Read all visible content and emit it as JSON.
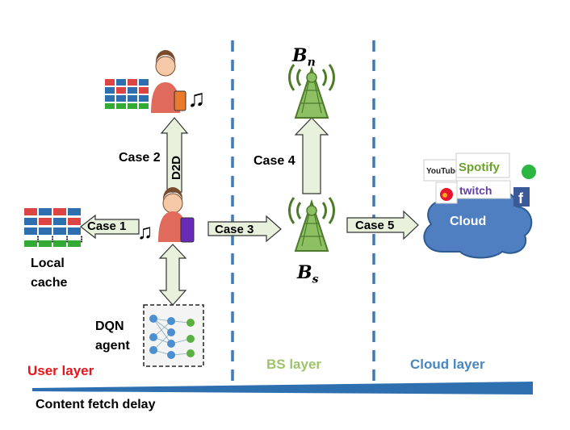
{
  "labels": {
    "case1": "Case 1",
    "case2": "Case 2",
    "case3": "Case 3",
    "case4": "Case 4",
    "case5": "Case 5",
    "d2d": "D2D",
    "bn_base": "B",
    "bn_sub": "n",
    "bs_base": "B",
    "bs_sub": "s",
    "local_cache_line1": "Local",
    "local_cache_line2": "cache",
    "dqn_line1": "DQN",
    "dqn_line2": "agent",
    "cloud": "Cloud",
    "user_layer": "User layer",
    "bs_layer": "BS layer",
    "cloud_layer": "Cloud layer",
    "delay": "Content fetch delay"
  },
  "logos": {
    "youtube": "YouTube",
    "spotify": "Spotify",
    "twitch": "twitch",
    "facebook": "f"
  },
  "colors": {
    "user_layer": "#e8151b",
    "bs_layer": "#9dc46a",
    "cloud_layer": "#4a86c0",
    "divider": "#3f7ab8",
    "arrow_fill": "#e8f1dc",
    "arrow_stroke": "#333333",
    "cloud_fill": "#4f7fc1",
    "tower": "#8cc063",
    "delay_bar": "#2e6fb0"
  }
}
